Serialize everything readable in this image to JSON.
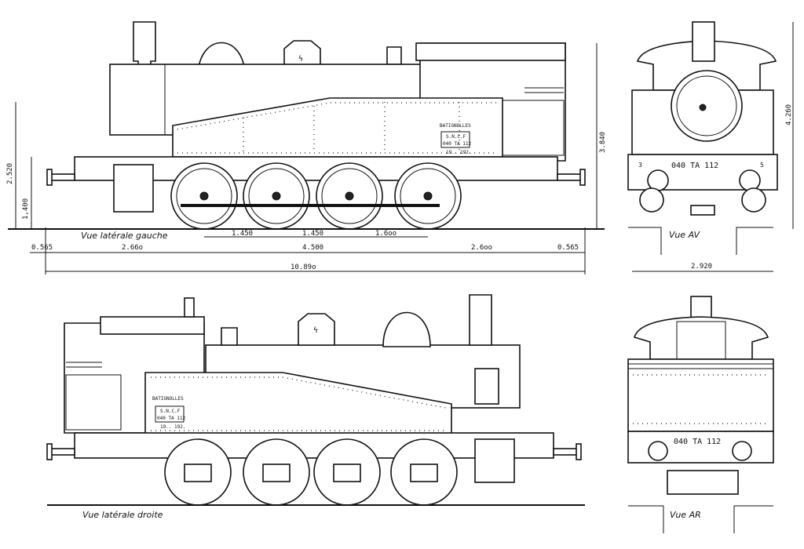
{
  "views": {
    "left_side": {
      "caption": "Vue latérale gauche",
      "builder_plate": "BATIGNOLLES",
      "number_plate_top": "S.N.C.F",
      "number_plate": "040 TA 112",
      "plate_sub": "19.. 192.",
      "dimensions": {
        "height_2": "2.520",
        "height_1": "1,400",
        "height_total": "3.840",
        "wheel_spacing_1": "1.450",
        "wheel_spacing_2": "1.450",
        "wheel_spacing_3": "1.6oo",
        "overhang_front": "0.565",
        "front_to_axle": "2.66o",
        "wheelbase": "4.500",
        "axle_to_rear": "2.6oo",
        "overhang_rear": "0.565",
        "length_total": "10.89o"
      }
    },
    "front": {
      "caption": "Vue AV",
      "number_plate": "040 TA 112",
      "lamp_left": "3",
      "lamp_right": "5",
      "height": "4.260",
      "width": "2.920"
    },
    "right_side": {
      "caption": "Vue latérale droite",
      "builder_plate": "BATIGNOLLES",
      "number_plate_top": "S.N.C.F",
      "number_plate": "040 TA 112",
      "plate_sub": "19.. 192."
    },
    "rear": {
      "caption": "Vue AR",
      "number_plate": "040 TA 112"
    }
  }
}
